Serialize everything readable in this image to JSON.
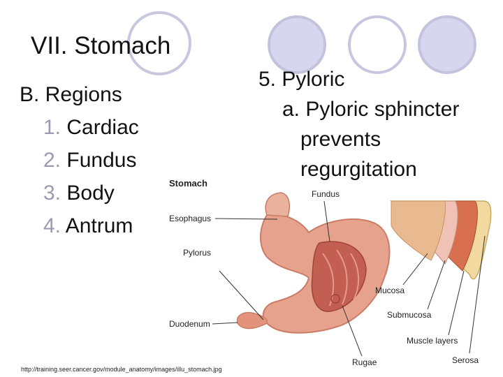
{
  "slide": {
    "title": "VII. Stomach",
    "outline": {
      "heading": "B. Regions",
      "items": [
        {
          "num": "1.",
          "label": "Cardiac"
        },
        {
          "num": "2.",
          "label": "Fundus"
        },
        {
          "num": "3.",
          "label": "Body"
        },
        {
          "num": "4.",
          "label": "Antrum"
        }
      ]
    },
    "pyloric": {
      "line1": "5. Pyloric",
      "line2": "a. Pyloric sphincter",
      "line3": "prevents",
      "line4": "regurgitation"
    },
    "figure": {
      "title": "Stomach",
      "labels": {
        "esophagus": "Esophagus",
        "pylorus": "Pylorus",
        "duodenum": "Duodenum",
        "fundus": "Fundus",
        "mucosa": "Mucosa",
        "submucosa": "Submucosa",
        "muscle_layers": "Muscle layers",
        "rugae": "Rugae",
        "serosa": "Serosa"
      }
    },
    "credit": "http://training.seer.cancer.gov/module_anatomy/images/illu_stomach.jpg"
  },
  "colors": {
    "circle_fill": "#d9d9f0",
    "circle_stroke": "#b8b8d8",
    "numbering": "#9a9ab0",
    "stomach": "#e7a28d",
    "mucosa": "#e9b98f",
    "muscle": "#d8704f",
    "serosa": "#f2d9a0"
  }
}
